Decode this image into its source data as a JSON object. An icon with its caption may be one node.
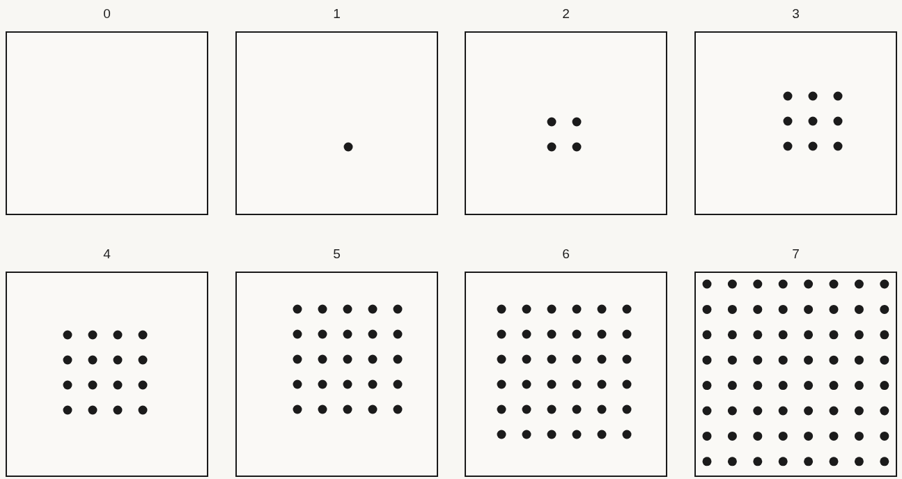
{
  "diagram": {
    "nodes": [
      {
        "text": [
          "0"
        ]
      },
      {
        "text": [
          "1"
        ]
      },
      {
        "text": [
          "2"
        ]
      },
      {
        "text": [
          "3"
        ]
      },
      {
        "text": [
          "4"
        ]
      },
      {
        "text": [
          "5"
        ]
      },
      {
        "text": [
          "6"
        ]
      },
      {
        "text": [
          "7"
        ]
      }
    ]
  }
}
